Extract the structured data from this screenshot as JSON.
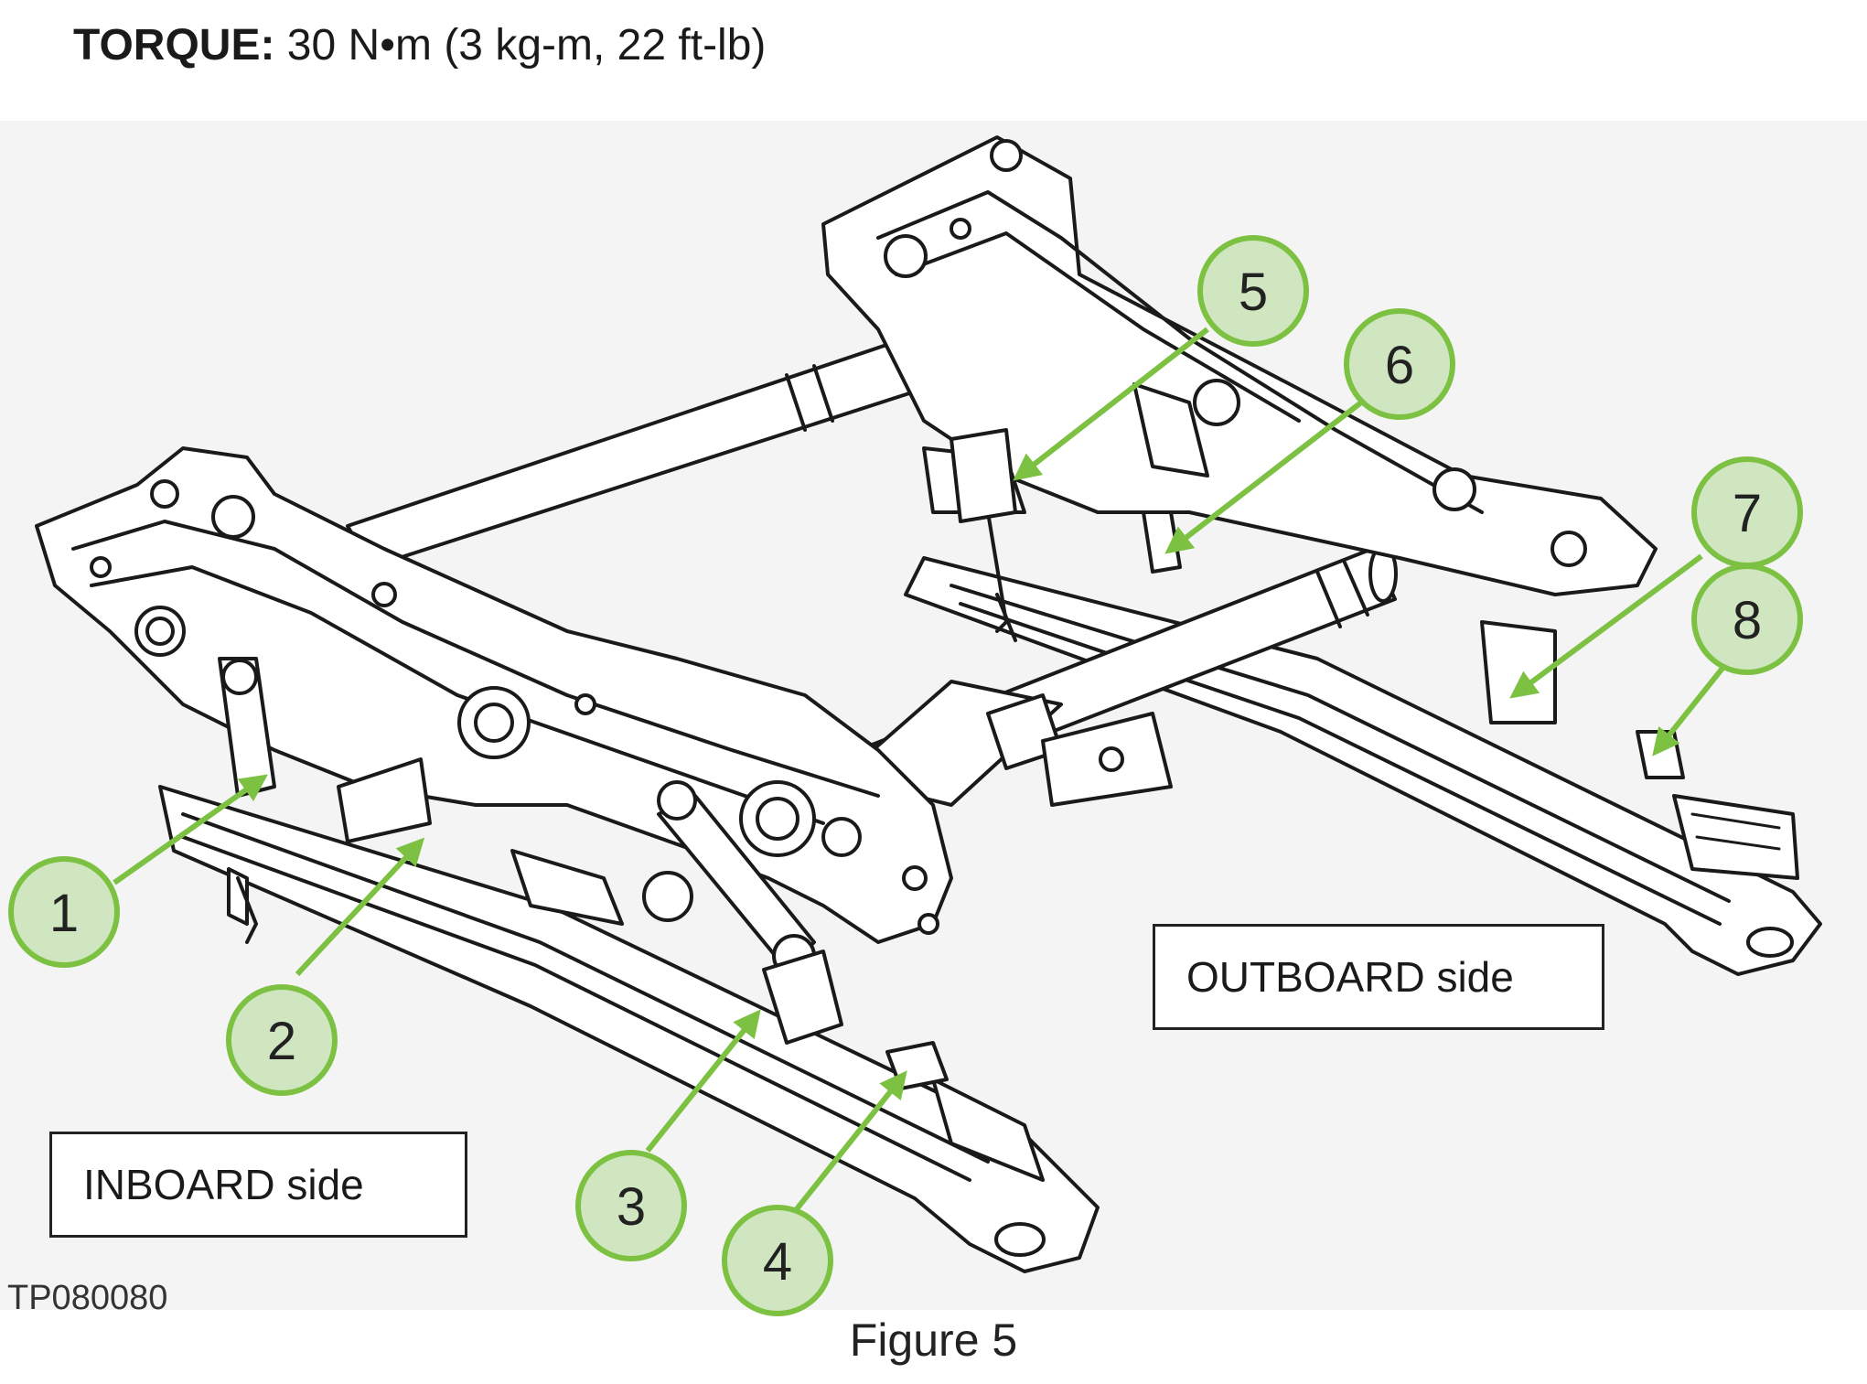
{
  "header": {
    "torque_label": "TORQUE:",
    "torque_value": "30 N•m (3 kg-m, 22 ft-lb)"
  },
  "labels": {
    "outboard": "OUTBOARD side",
    "inboard": "INBOARD side"
  },
  "part_code": "TP080080",
  "caption": "Figure 5",
  "callouts": [
    "1",
    "2",
    "3",
    "4",
    "5",
    "6",
    "7",
    "8"
  ],
  "colors": {
    "callout_fill": "#cfe6c0",
    "callout_stroke": "#7dc142",
    "arrow": "#7dc142",
    "line_art": "#1a1a1a",
    "panel_background": "#f3f4f3"
  }
}
